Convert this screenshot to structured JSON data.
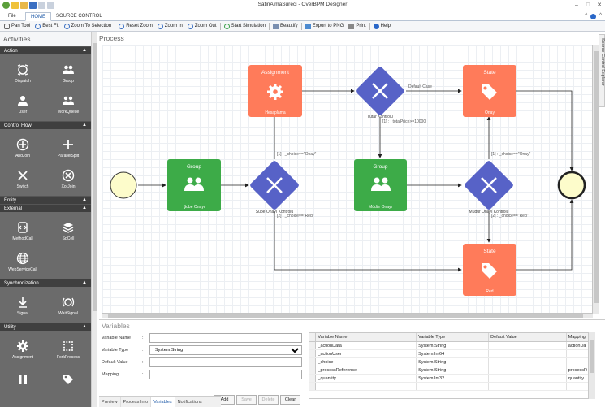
{
  "window": {
    "title": "SatinAlmaSureci - OverBPM Designer",
    "minimize": "–",
    "maximize": "□",
    "close": "✕"
  },
  "ribbon": {
    "tabs": [
      {
        "label": "File"
      },
      {
        "label": "HOME"
      },
      {
        "label": "SOURCE CONTROL"
      }
    ],
    "right_controls": [
      "^",
      "?",
      "^"
    ]
  },
  "toolbar": {
    "buttons": [
      {
        "label": "Pan Tool",
        "icon": "pan-icon"
      },
      {
        "label": "Best Fit",
        "icon": "best-fit-icon"
      },
      {
        "label": "Zoom To Selection",
        "icon": "zoom-selection-icon"
      },
      {
        "label": "Reset Zoom",
        "icon": "reset-zoom-icon"
      },
      {
        "label": "Zoom In",
        "icon": "zoom-in-icon"
      },
      {
        "label": "Zoom Out",
        "icon": "zoom-out-icon"
      },
      {
        "label": "Start Simulation",
        "icon": "simulation-icon"
      },
      {
        "label": "Beautify",
        "icon": "beautify-icon"
      },
      {
        "label": "Export to PNG",
        "icon": "export-icon"
      },
      {
        "label": "Print",
        "icon": "print-icon"
      },
      {
        "label": "Help",
        "icon": "help-icon"
      }
    ]
  },
  "activities": {
    "title": "Activities",
    "categories": [
      {
        "label": "Action",
        "items": [
          {
            "label": "Dispatch",
            "icon": "dispatch-icon"
          },
          {
            "label": "Group",
            "icon": "group-icon"
          },
          {
            "label": "User",
            "icon": "user-icon"
          },
          {
            "label": "WorkQueue",
            "icon": "work-queue-icon"
          }
        ]
      },
      {
        "label": "Control Flow",
        "items": [
          {
            "label": "AndJoin",
            "icon": "and-join-icon"
          },
          {
            "label": "ParallelSplit",
            "icon": "parallel-split-icon"
          },
          {
            "label": "Switch",
            "icon": "switch-icon"
          },
          {
            "label": "XorJoin",
            "icon": "xor-join-icon"
          }
        ]
      },
      {
        "label": "Entity",
        "items": []
      },
      {
        "label": "External",
        "items": [
          {
            "label": "MethodCall",
            "icon": "method-call-icon"
          },
          {
            "label": "SpCell",
            "icon": "sp-cell-icon"
          },
          {
            "label": "WebServiceCall",
            "icon": "web-service-icon"
          }
        ]
      },
      {
        "label": "Synchronization",
        "items": [
          {
            "label": "Signal",
            "icon": "signal-icon"
          },
          {
            "label": "WaitSignal",
            "icon": "wait-signal-icon"
          }
        ]
      },
      {
        "label": "Utility",
        "items": [
          {
            "label": "Assignment",
            "icon": "assignment-icon"
          },
          {
            "label": "ForkProcess",
            "icon": "fork-process-icon"
          },
          {
            "label": "",
            "icon": "pause-icon"
          },
          {
            "label": "",
            "icon": "tag-icon"
          }
        ]
      }
    ]
  },
  "process": {
    "title": "Process",
    "side_tab": "Source Control Explorer",
    "nodes": {
      "assignment": {
        "header": "Assignment",
        "label": "Hesaplama",
        "color": "#ff7b5a"
      },
      "state_onay": {
        "header": "State",
        "label": "Onay",
        "color": "#ff7b5a"
      },
      "state_red": {
        "header": "State",
        "label": "Red",
        "color": "#ff7b5a"
      },
      "group_sube": {
        "header": "Group",
        "label": "Şube Onayı",
        "color": "#3dab48"
      },
      "group_mudur": {
        "header": "Group",
        "label": "Müdür Onayı",
        "color": "#3dab48"
      },
      "gw_tutar": {
        "label": "Tutar Kontrolü",
        "color": "#5762c7"
      },
      "gw_sube": {
        "label": "Şube Onayı Kontrolü",
        "color": "#5762c7"
      },
      "gw_mudur": {
        "label": "Müdür Onayı Kontrolü",
        "color": "#5762c7"
      }
    },
    "edges": {
      "default_case": "Default Case",
      "total_price": "[1] : _totalPrice>=10000",
      "sube_onay": "[1] : _choice==\"Onay\"",
      "sube_red": "[2] : _choice==\"Red\"",
      "mudur_onay": "[1] : _choice==\"Onay\"",
      "mudur_red": "[2] : _choice==\"Red\""
    },
    "colors": {
      "start": "#fdfccb",
      "end": "#fdfccb"
    }
  },
  "variables": {
    "title": "Variables",
    "form": {
      "name_label": "Variable Name",
      "name_value": "",
      "type_label": "Variable Type",
      "type_value": "System.String",
      "default_label": "Default Value",
      "default_value": "",
      "mapping_label": "Mapping",
      "mapping_value": "",
      "add": "Add",
      "save": "Save",
      "delete": "Delete",
      "clear": "Clear"
    },
    "table": {
      "headers": [
        "Variable Name",
        "Variable Type",
        "Default Value",
        "Mapping"
      ],
      "rows": [
        [
          "_actionData",
          "System.String",
          "",
          "actionDa"
        ],
        [
          "_actionUser",
          "System.Int64",
          "",
          ""
        ],
        [
          "_choice",
          "System.String",
          "",
          ""
        ],
        [
          "_processReference",
          "System.String",
          "",
          "processR"
        ],
        [
          "_quantity",
          "System.Int32",
          "",
          "quantity"
        ],
        [
          "",
          "",
          "",
          ""
        ]
      ]
    }
  },
  "bottom_tabs": [
    {
      "label": "Preview"
    },
    {
      "label": "Process Info"
    },
    {
      "label": "Variables"
    },
    {
      "label": "Notifications"
    }
  ]
}
